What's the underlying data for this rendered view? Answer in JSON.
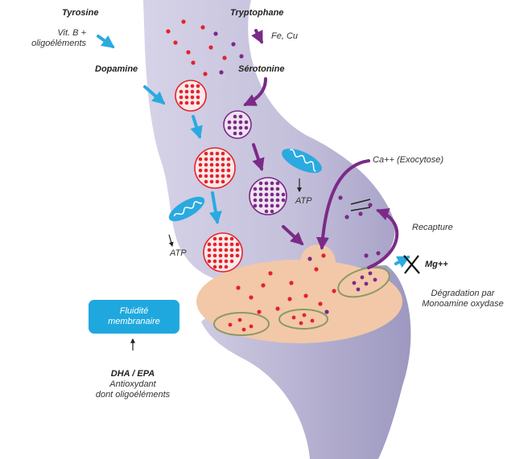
{
  "labels": {
    "tyrosine": "Tyrosine",
    "vit_b_line1": "Vit. B +",
    "vit_b_line2": "oligoéléments",
    "dopamine": "Dopamine",
    "tryptophane": "Tryptophane",
    "fe_cu": "Fe, Cu",
    "serotonine": "Sérotonine",
    "calcium": "Ca++ (Exocytose)",
    "atp_right": "ATP",
    "atp_left": "ATP",
    "recapture": "Recapture",
    "mg": "Mg++",
    "degradation_line1": "Dégradation par",
    "degradation_line2": "Monoamine oxydase",
    "fluidite_line1": "Fluidité",
    "fluidite_line2": "membranaire",
    "dha_epa": "DHA / EPA",
    "antioxydant": "Antioxydant",
    "dont_oligo": "dont oligoéléments"
  },
  "colors": {
    "neuron": "#c7c4dd",
    "synapse": "#f2c8a8",
    "dopamine": "#e3232b",
    "serotonine": "#7b2a88",
    "arrow_blue": "#2aaae0",
    "arrow_purple": "#7b2a88",
    "fluidite_box": "#1fa8de"
  }
}
